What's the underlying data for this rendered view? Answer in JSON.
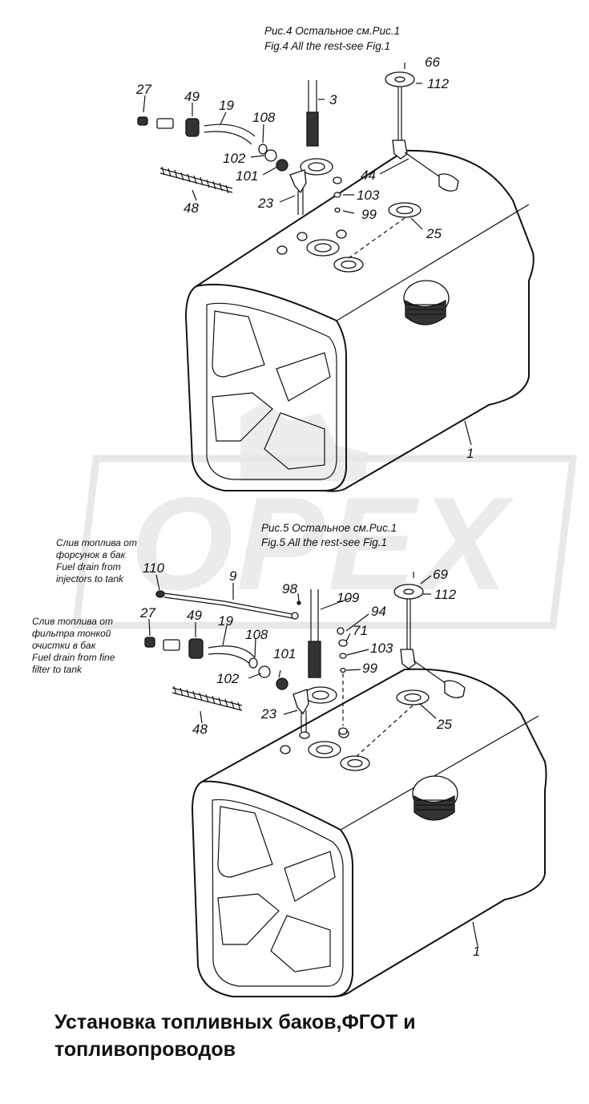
{
  "fig4": {
    "caption_ru": "Рис.4  Остальное см.Рис.1",
    "caption_en": "Fig.4  All the rest-see Fig.1",
    "labels": [
      "27",
      "49",
      "19",
      "108",
      "3",
      "66",
      "112",
      "102",
      "101",
      "44",
      "103",
      "99",
      "23",
      "48",
      "25",
      "1"
    ]
  },
  "fig5": {
    "caption_ru": "Рис.5  Остальное см.Рис.1",
    "caption_en": "Fig.5  All the rest-see Fig.1",
    "note_injectors_ru_1": "Слив топлива от",
    "note_injectors_ru_2": "форсунок в бак",
    "note_injectors_en_1": "Fuel drain from",
    "note_injectors_en_2": "injectors to tank",
    "note_filter_ru_1": "Слив топлива от",
    "note_filter_ru_2": "фильтра тонкой",
    "note_filter_ru_3": "очистки в бак",
    "note_filter_en_1": "Fuel drain from fine",
    "note_filter_en_2": "filter to tank",
    "labels": [
      "110",
      "9",
      "98",
      "109",
      "69",
      "112",
      "27",
      "49",
      "19",
      "94",
      "71",
      "103",
      "108",
      "101",
      "99",
      "102",
      "23",
      "25",
      "48",
      "1"
    ]
  },
  "watermark": "OPEX",
  "title": "Установка топливных баков,ФГОТ и топливопроводов"
}
